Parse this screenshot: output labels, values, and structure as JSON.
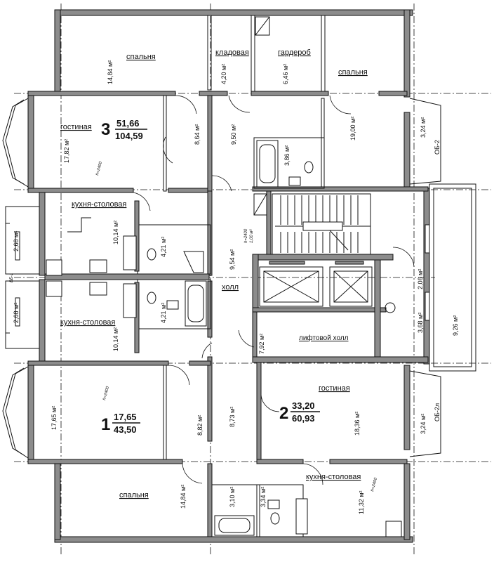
{
  "plan": {
    "rooms": {
      "bedroom_top_left": {
        "name": "спальня",
        "area": "14,84 м²"
      },
      "storage": {
        "name": "кладовая",
        "area": "4,20 м²"
      },
      "wardrobe": {
        "name": "гардероб",
        "area": "6,46 м²"
      },
      "bedroom_top_right": {
        "name": "спальня",
        "area": "19,00 м²"
      },
      "living_top": {
        "name": "гостиная",
        "area": "17,82 м²"
      },
      "hall_top": {
        "area": "8,64 м²"
      },
      "corridor_top": {
        "area": "9,50 м²"
      },
      "bath_top": {
        "area": "3,86 м²"
      },
      "balcony_top": {
        "area": "3,24 м²",
        "code": "ОБ-2"
      },
      "kitchen_upper": {
        "name": "кухня-столовая",
        "area": "10,14 м²"
      },
      "bath_upper": {
        "area": "4,21 м²"
      },
      "hall_center": {
        "area": "9,54 м²"
      },
      "hall_label": {
        "name": "холл"
      },
      "balcony_left_upper": {
        "area": "2,68 м²"
      },
      "balcony_left_lower": {
        "area": "2,68 м²"
      },
      "kitchen_lower": {
        "name": "кухня-столовая",
        "area": "10,14 м²"
      },
      "bath_lower": {
        "area": "4,21 м²"
      },
      "lift_hall": {
        "name": "лифтовой холл",
        "area": "7,92 м²"
      },
      "vestibule": {
        "area": "2,06 м²"
      },
      "small_room": {
        "area": "3,68 м²"
      },
      "loggia_right": {
        "area": "9,26 м²"
      },
      "living_lower_left": {
        "area": "17,65 м²"
      },
      "hall_lower_left": {
        "area": "8,82 м²"
      },
      "corridor_lower": {
        "area": "8,73 м²"
      },
      "living_lower_right": {
        "name": "гостиная",
        "area": "18,36 м²"
      },
      "balcony_lower": {
        "area": "3,24 м²",
        "code": "ОБ-2л"
      },
      "bedroom_bottom": {
        "name": "спальня",
        "area": "14,84 м²"
      },
      "bath_bottom_1": {
        "area": "3,10 м²"
      },
      "bath_bottom_2": {
        "area": "3,34 м²"
      },
      "kitchen_bottom": {
        "name": "кухня-столовая",
        "area": "11,32 м²"
      }
    },
    "apartments": {
      "apt3": {
        "number": "3",
        "living": "51,66",
        "total": "104,59"
      },
      "apt1": {
        "number": "1",
        "living": "17,65",
        "total": "43,50"
      },
      "apt2": {
        "number": "2",
        "living": "33,20",
        "total": "60,93"
      }
    },
    "notes": {
      "height": "h=2400",
      "height_hall": "h=2400",
      "code_left": "ВБ-1",
      "stair_tag": "1,00 м²"
    }
  }
}
